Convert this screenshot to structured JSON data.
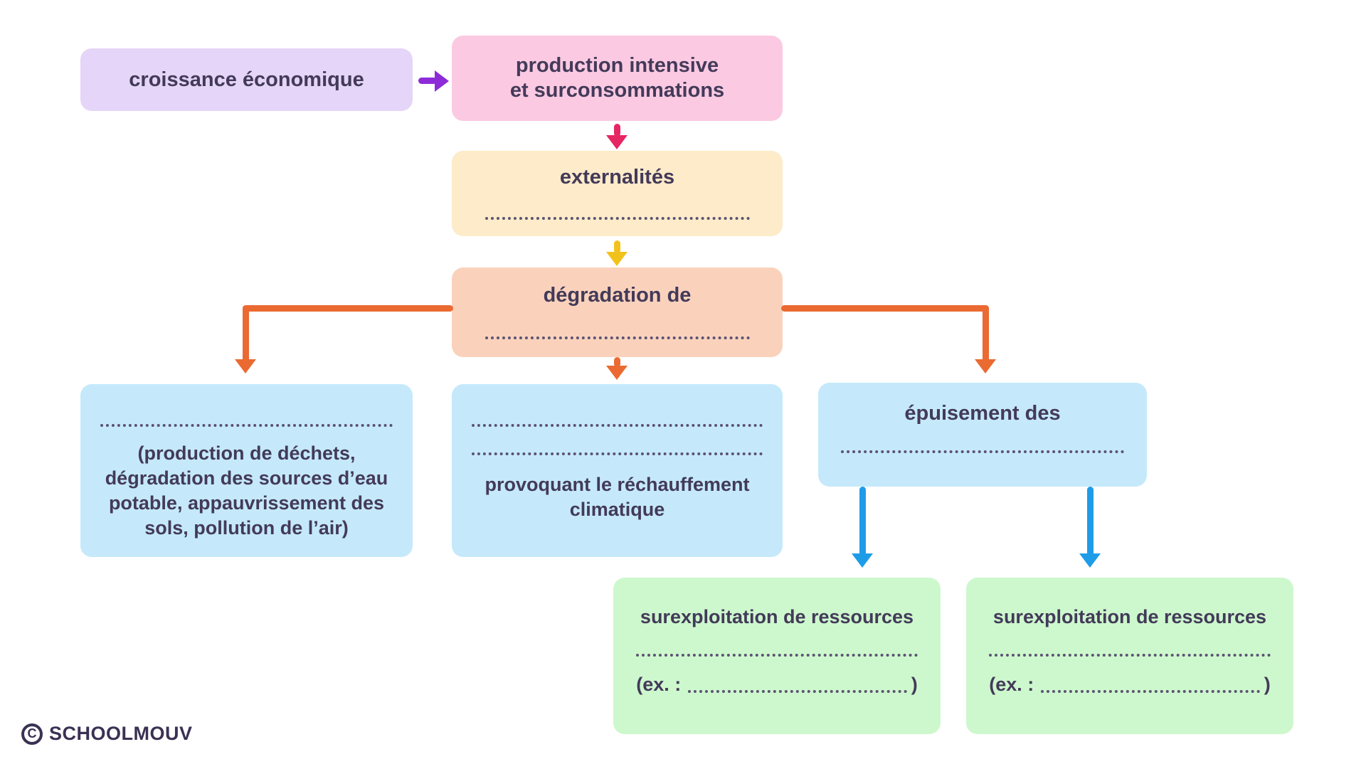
{
  "colors": {
    "text": "#433a59",
    "box_lavender": "#e5d5f8",
    "box_pink": "#fbc9e2",
    "box_cream": "#fdebc9",
    "box_peach": "#fad2bc",
    "box_blue": "#c5e9fb",
    "box_green": "#cdf8cd",
    "arrow_purple": "#8d2bd9",
    "arrow_crimson": "#e62563",
    "arrow_yellow": "#f2c21c",
    "arrow_orange": "#ea6a32",
    "arrow_blue": "#1f9ce8"
  },
  "nodes": {
    "croissance": {
      "label": "croissance économique"
    },
    "production": {
      "line1": "production intensive",
      "line2": "et surconsommations"
    },
    "externalites": {
      "label": "externalités"
    },
    "degradation": {
      "label": "dégradation de"
    },
    "pollution": {
      "detail": "(production de déchets, dégradation des sources d’eau potable, appauvrissement des sols, pollution de l’air)"
    },
    "rechauffement": {
      "detail": "provoquant le réchauffement climatique"
    },
    "epuisement": {
      "label": "épuisement des"
    },
    "green_boxes": [
      {
        "title": "surexploitation de ressources",
        "ex_prefix": "(ex. :",
        "ex_suffix": ")"
      },
      {
        "title": "surexploitation de ressources",
        "ex_prefix": "(ex. :",
        "ex_suffix": ")"
      }
    ]
  },
  "footer": {
    "copyright_letter": "C",
    "brand": "SCHOOLMOUV"
  }
}
